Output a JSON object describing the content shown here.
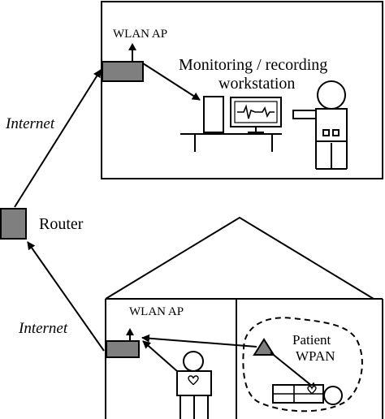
{
  "labels": {
    "top_ap": "WLAN AP",
    "workstation_line1": "Monitoring / recording",
    "workstation_line2": "workstation",
    "internet_top": "Internet",
    "router": "Router",
    "internet_bottom": "Internet",
    "home_ap": "WLAN AP",
    "wpan_line1": "Patient",
    "wpan_line2": "WPAN"
  },
  "colors": {
    "device_fill": "#7f7f7f",
    "stroke": "#000000",
    "background": "#ffffff"
  }
}
